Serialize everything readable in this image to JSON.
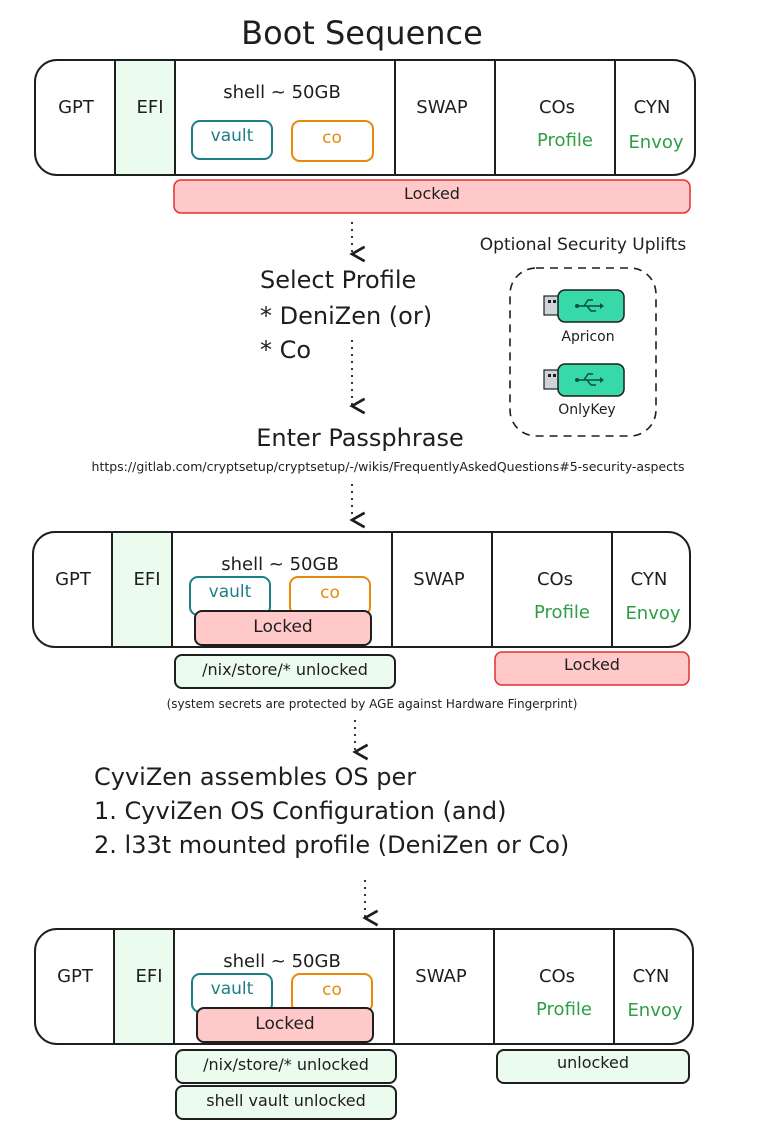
{
  "title": "Boot Sequence",
  "partition_labels": {
    "gpt": "GPT",
    "efi": "EFI",
    "shell": "shell ~ 50GB",
    "vault": "vault",
    "co": "co",
    "swap": "SWAP",
    "cos": "COs",
    "profile": "Profile",
    "cyn": "CYN",
    "envoy": "Envoy"
  },
  "stage1": {
    "locked_bar": "Locked"
  },
  "select_profile": {
    "title": "Select Profile",
    "option1": "* DeniZen (or)",
    "option2": "* Co"
  },
  "security_uplifts": {
    "title": "Optional Security Uplifts",
    "devices": [
      "Apricon",
      "OnlyKey"
    ]
  },
  "passphrase": {
    "title": "Enter Passphrase",
    "url": "https://gitlab.com/cryptsetup/cryptsetup/-/wikis/FrequentlyAskedQuestions#5-security-aspects"
  },
  "stage2": {
    "shell_locked": "Locked",
    "nix_store": "/nix/store/* unlocked",
    "profile_locked": "Locked",
    "note": "(system secrets are protected by AGE against Hardware Fingerprint)"
  },
  "assemble": {
    "line1": "CyviZen assembles OS per",
    "line2": "1. CyviZen OS Configuration (and)",
    "line3": "2. l33t mounted profile (DeniZen or Co)"
  },
  "stage3": {
    "shell_locked": "Locked",
    "nix_store": "/nix/store/* unlocked",
    "shell_vault": "shell vault unlocked",
    "profile_unlocked": "unlocked"
  },
  "colors": {
    "stroke": "#1e1e1e",
    "efi_fill": "#ebfbee",
    "locked_fill": "#ffc9c9",
    "unlocked_fill": "#ebfbee",
    "vault_stroke": "#1c7f86",
    "co_stroke": "#e8890c",
    "green_text": "#2f9e44",
    "usb_fill": "#38d9a9"
  }
}
